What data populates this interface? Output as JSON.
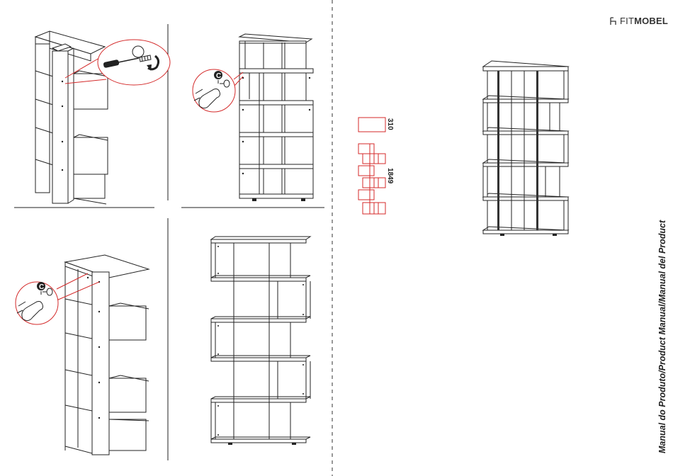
{
  "brand": {
    "prefix": "FIT",
    "suffix": "MOBEL",
    "icon": "chair-icon"
  },
  "manual_title": "Manual do Produto/Product Manual/Manual del Product",
  "dimensions": {
    "width": "310",
    "height": "1849"
  },
  "colors": {
    "line": "#222222",
    "accent_red": "#d42a2a",
    "panel_fill": "#f7f7f7"
  },
  "steps": [
    {
      "id": "step-attach-panel-screw",
      "icon": "screwdriver-icon"
    },
    {
      "id": "step-cap-covers-top",
      "icon": "cam-lock-cap-icon"
    },
    {
      "id": "step-cap-covers-rear",
      "icon": "cam-lock-cap-icon"
    },
    {
      "id": "step-finished-front",
      "icon": "shelf-icon"
    }
  ]
}
